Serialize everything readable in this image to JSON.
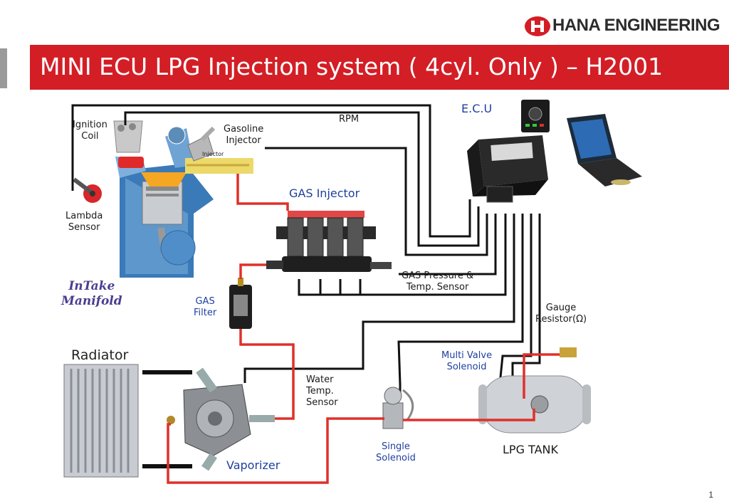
{
  "header": {
    "brand": "HANA ENGINEERING",
    "title": "MINI ECU  LPG Injection system ( 4cyl. Only ) – H2001"
  },
  "labels": {
    "ignition_coil": "Ignition\nCoil",
    "gasoline_injector": "Gasoline\nInjector",
    "injector_small": "Injector",
    "rpm": "RPM",
    "ecu": "E.C.U",
    "gas_injector": "GAS Injector",
    "lambda_sensor": "Lambda\nSensor",
    "intake_manifold": "InTake\nManifold",
    "gas_pressure_sensor": "GAS Pressure &\nTemp. Sensor",
    "gas_filter": "GAS\nFilter",
    "gauge_resistor": "Gauge\nResistor(Ω)",
    "radiator": "Radiator",
    "multi_valve_solenoid": "Multi Valve\nSolenoid",
    "water_temp_sensor": "Water\nTemp.\nSensor",
    "single_solenoid": "Single\nSolenoid",
    "lpg_tank": "LPG TANK",
    "vaporizer": "Vaporizer"
  },
  "colors": {
    "accent_red": "#d31e26",
    "wire_black": "#111111",
    "fuel_red": "#e0302a",
    "label_blue": "#1f3fa0"
  },
  "page_number": "1"
}
